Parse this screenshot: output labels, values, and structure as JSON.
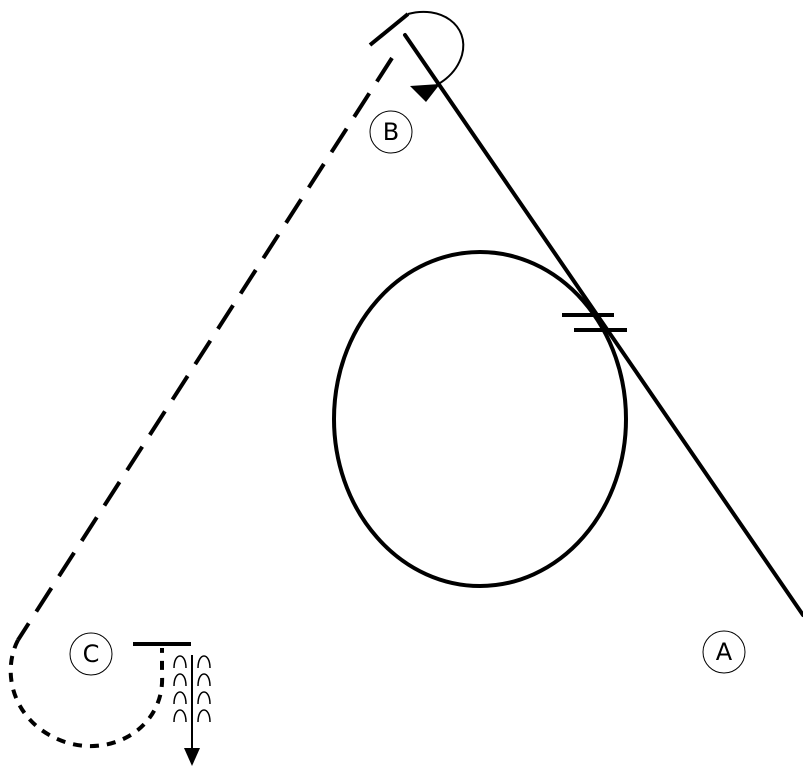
{
  "colors": {
    "background": "#ffffff",
    "stroke": "#000000"
  },
  "labels": {
    "a": "A",
    "b": "B",
    "c": "C"
  }
}
